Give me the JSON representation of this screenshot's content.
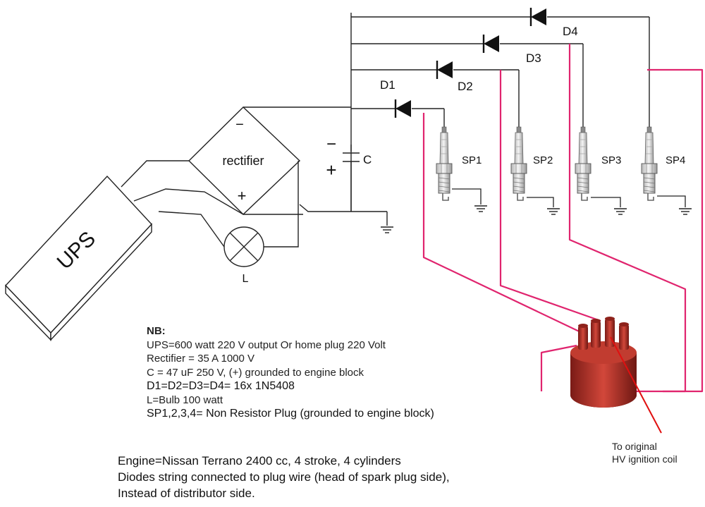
{
  "diagram": {
    "ups_label": "UPS",
    "rectifier_label": "rectifier",
    "rectifier_minus": "−",
    "rectifier_plus": "+",
    "lamp_label": "L",
    "capacitor_label": "C",
    "capacitor_minus": "−",
    "capacitor_plus": "+",
    "diodes": [
      {
        "label": "D1"
      },
      {
        "label": "D2"
      },
      {
        "label": "D3"
      },
      {
        "label": "D4"
      }
    ],
    "plugs": [
      {
        "label": "SP1"
      },
      {
        "label": "SP2"
      },
      {
        "label": "SP3"
      },
      {
        "label": "SP4"
      }
    ],
    "colors": {
      "wire": "#222222",
      "hv_wire": "#e0246e",
      "distributor_cap": "#b8332a",
      "coil_lead": "#e01010"
    }
  },
  "notes": {
    "title": "NB:",
    "lines": [
      "UPS=600 watt 220 V output Or home plug 220 Volt",
      "Rectifier = 35 A 1000 V",
      "C = 47 uF 250 V, (+) grounded to engine block",
      "D1=D2=D3=D4= 16x 1N5408",
      "L=Bulb 100 watt",
      "SP1,2,3,4= Non Resistor Plug (grounded to engine block)"
    ]
  },
  "engine_notes": [
    "Engine=Nissan Terrano 2400 cc, 4 stroke, 4 cylinders",
    "Diodes string connected to plug wire (head of spark plug side),",
    "Instead of distributor side."
  ],
  "coil_note": [
    "To original",
    "HV ignition coil"
  ]
}
